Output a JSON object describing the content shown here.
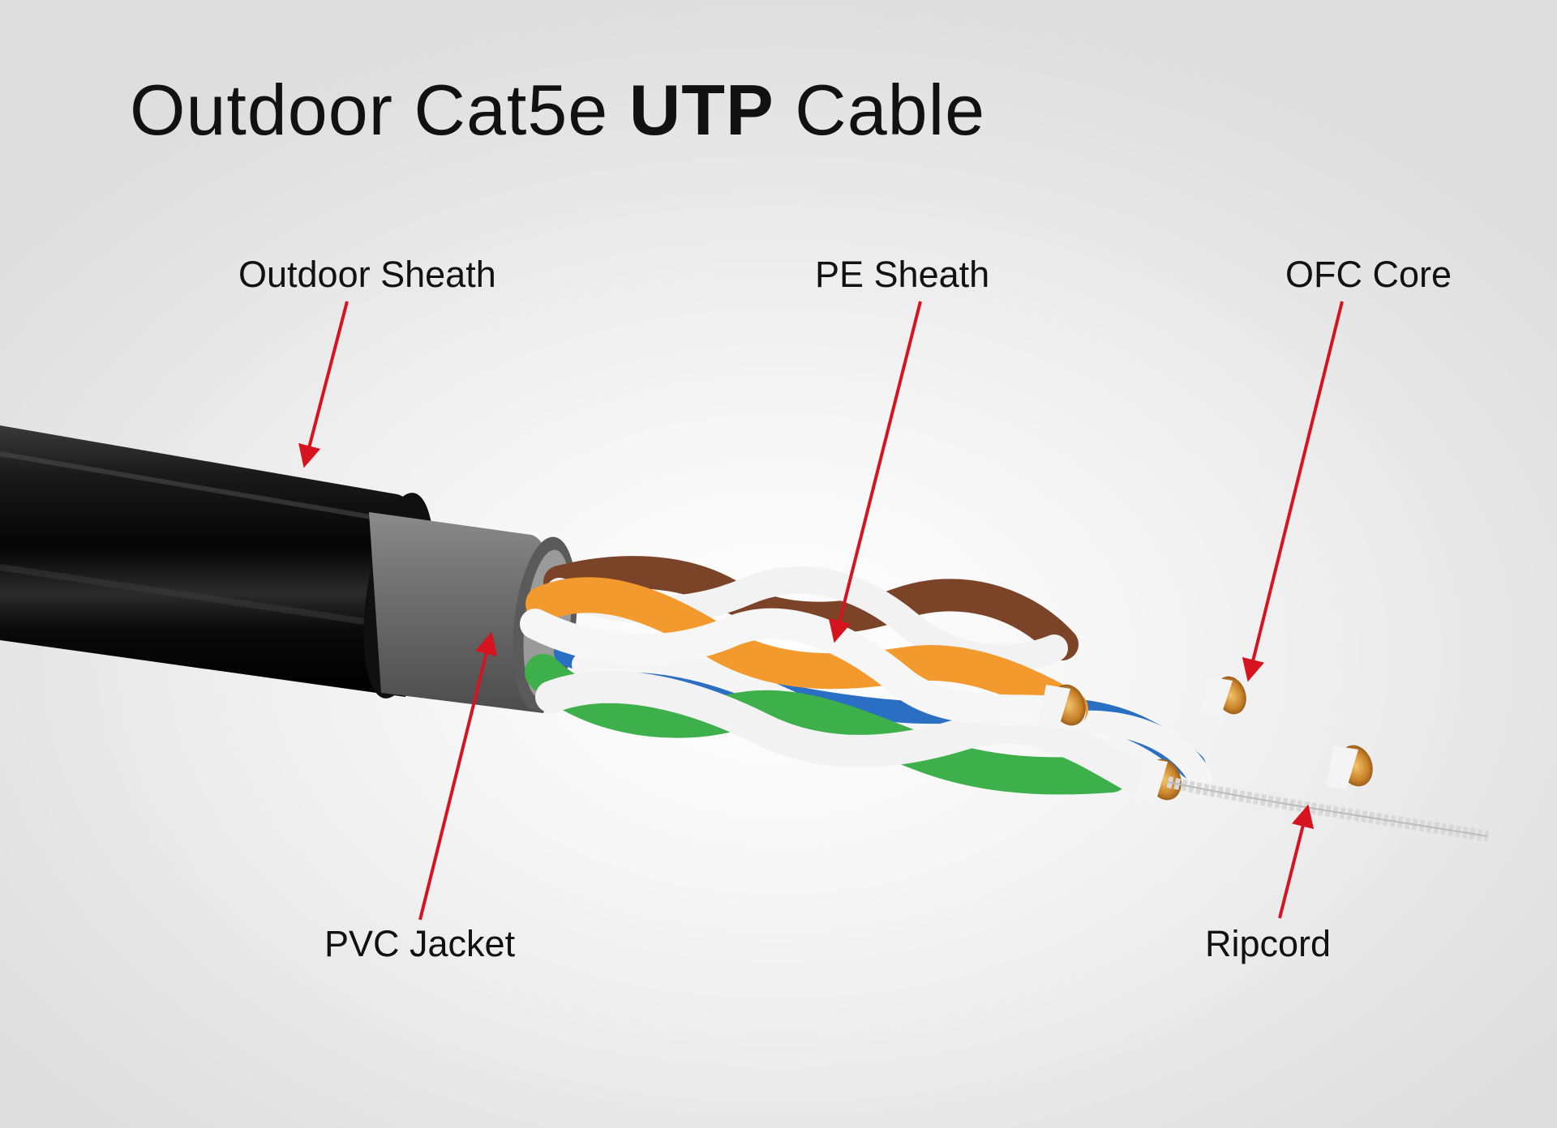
{
  "title": {
    "part1": "Outdoor Cat5e ",
    "bold": "UTP",
    "part2": " Cable"
  },
  "labels": {
    "outdoor_sheath": "Outdoor Sheath",
    "pe_sheath": "PE Sheath",
    "ofc_core": "OFC Core",
    "pvc_jacket": "PVC Jacket",
    "ripcord": "Ripcord"
  },
  "colors": {
    "arrow": "#d6141f",
    "outer_sheath": "#111111",
    "pvc_jacket": "#6e6e6e",
    "pair_orange": "#f29a2e",
    "pair_brown": "#7b4327",
    "pair_green": "#3db04b",
    "pair_blue": "#2a6fc4",
    "copper": "#c9822a"
  }
}
